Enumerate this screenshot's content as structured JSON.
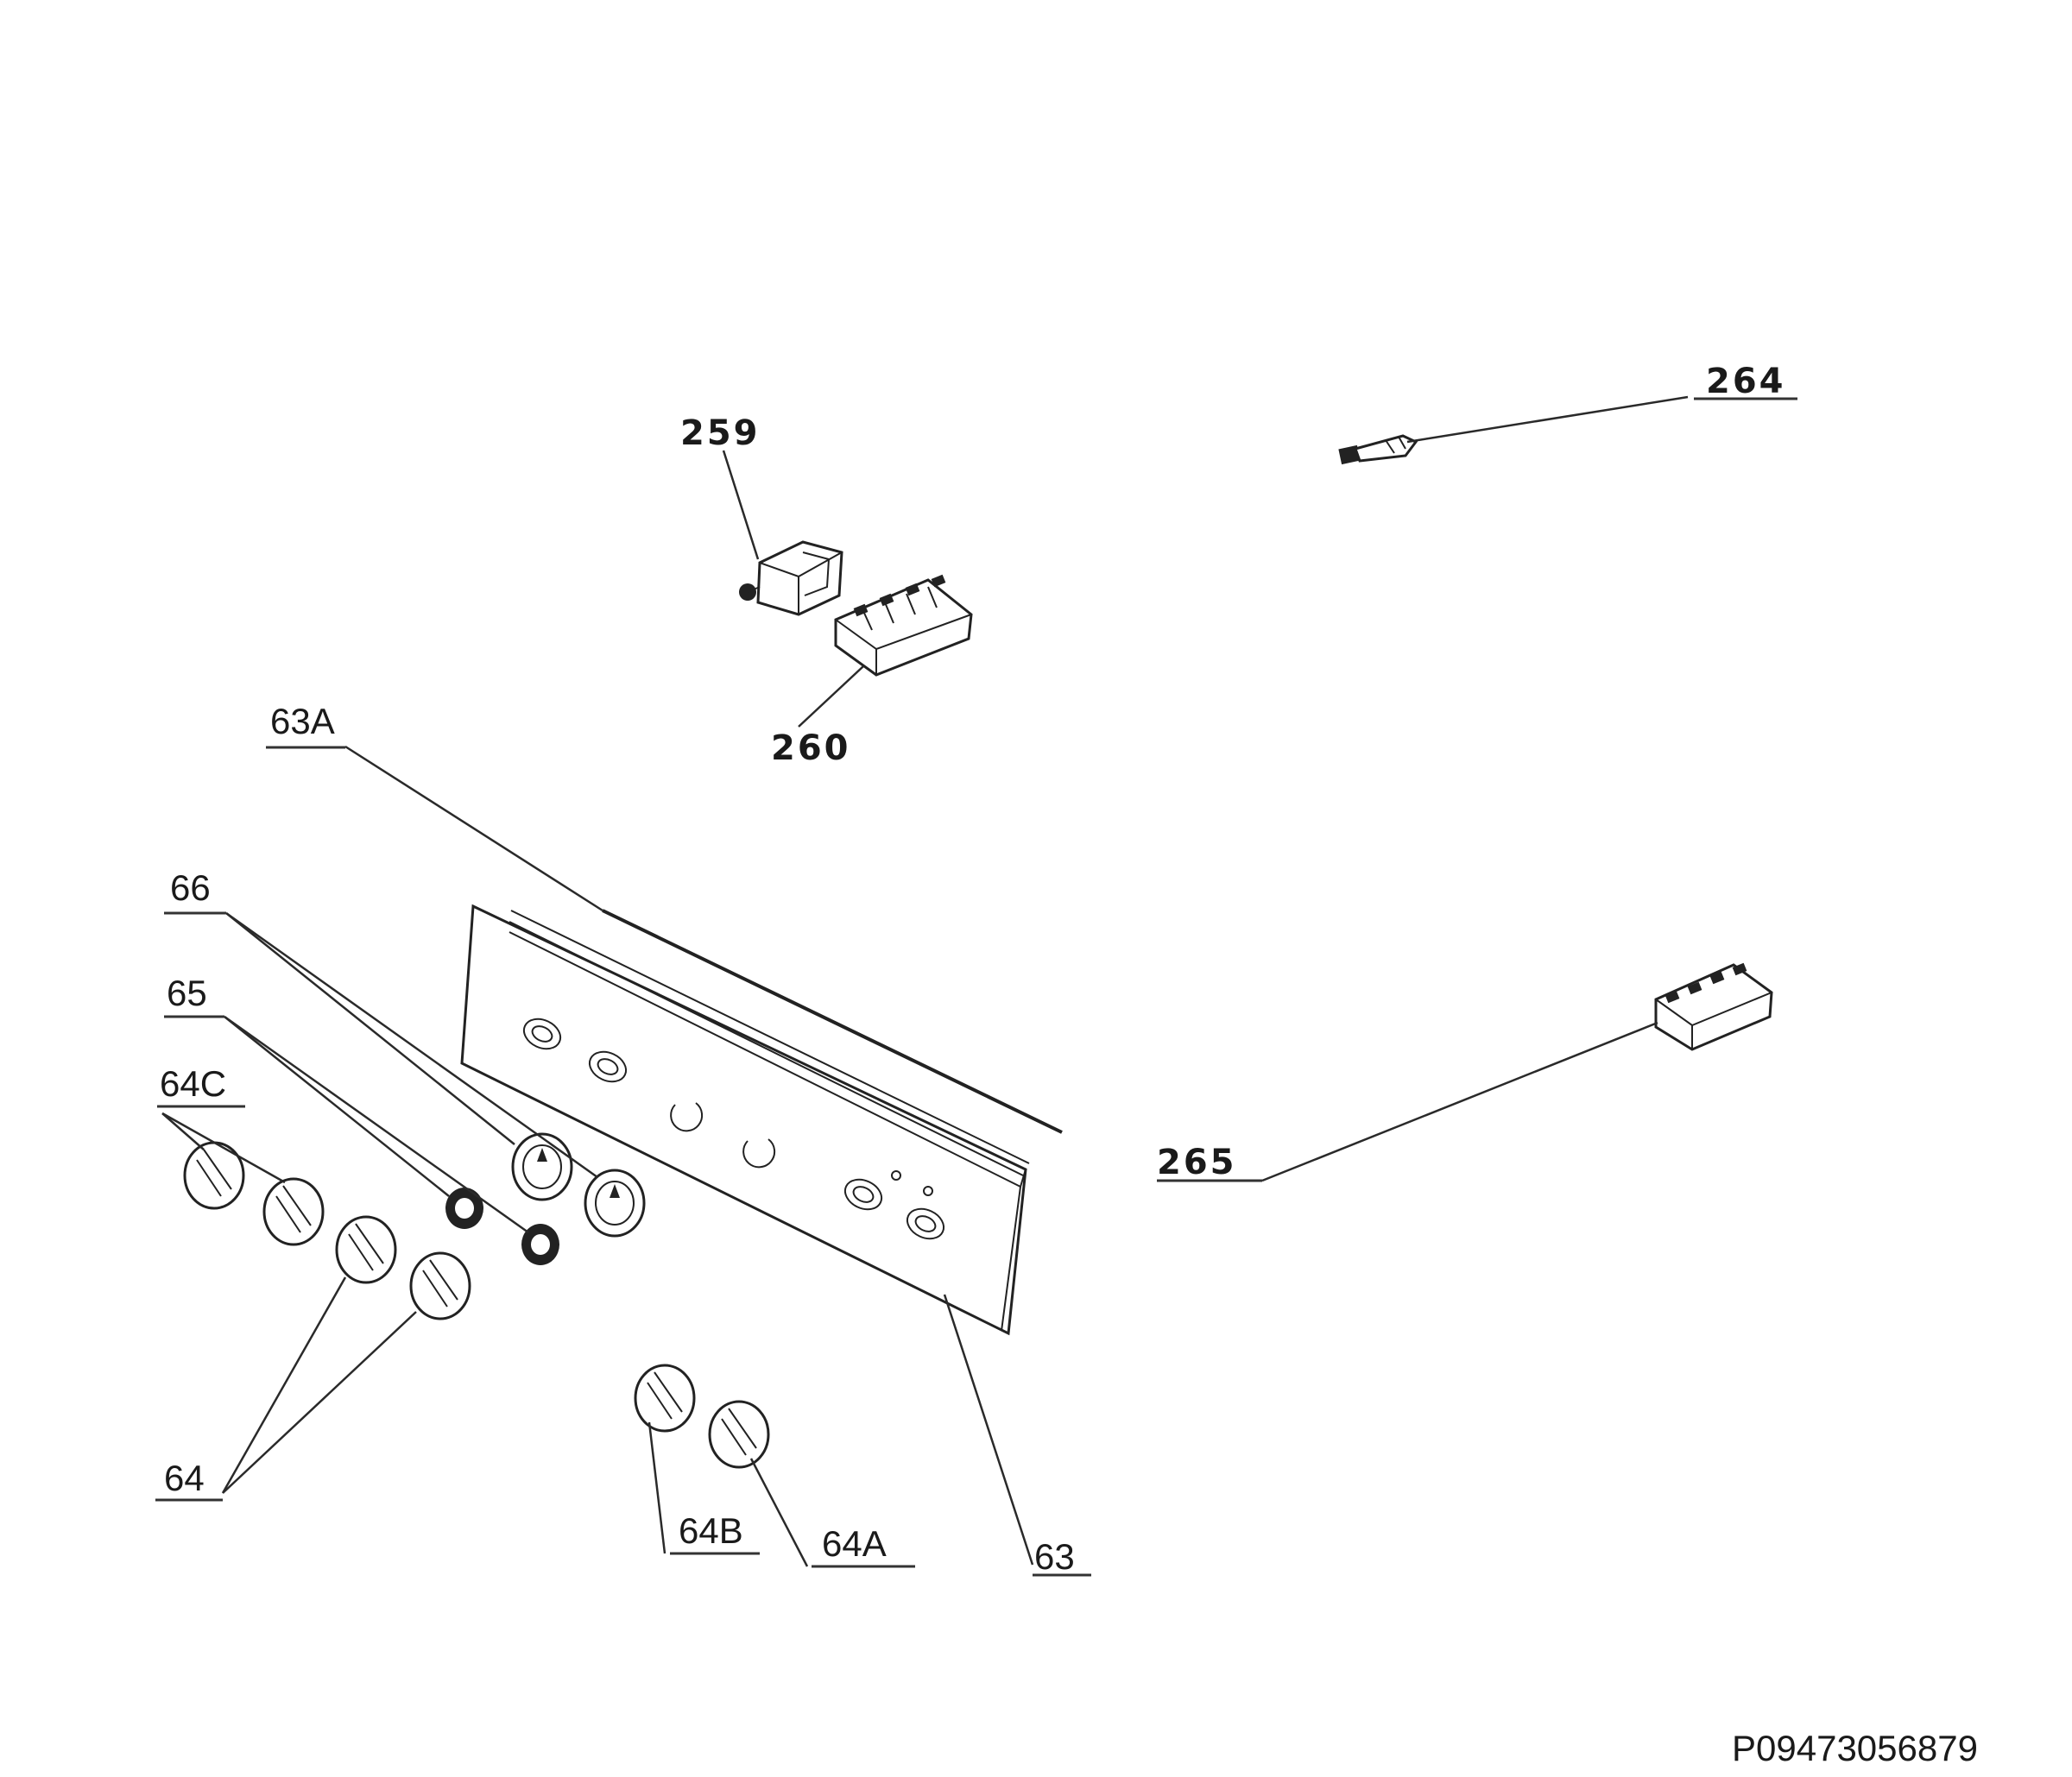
{
  "labels": {
    "l259": "259",
    "l260": "260",
    "l264": "264",
    "l265": "265",
    "l63A": "63A",
    "l63": "63",
    "l66": "66",
    "l65": "65",
    "l64C": "64C",
    "l64": "64",
    "l64B": "64B",
    "l64A": "64A"
  },
  "footer": {
    "code": "P09473056879"
  },
  "icons": [
    "valve-part",
    "terminal-block",
    "connector-cable",
    "control-panel",
    "control-knob",
    "knob-ring",
    "knob-bezel"
  ]
}
